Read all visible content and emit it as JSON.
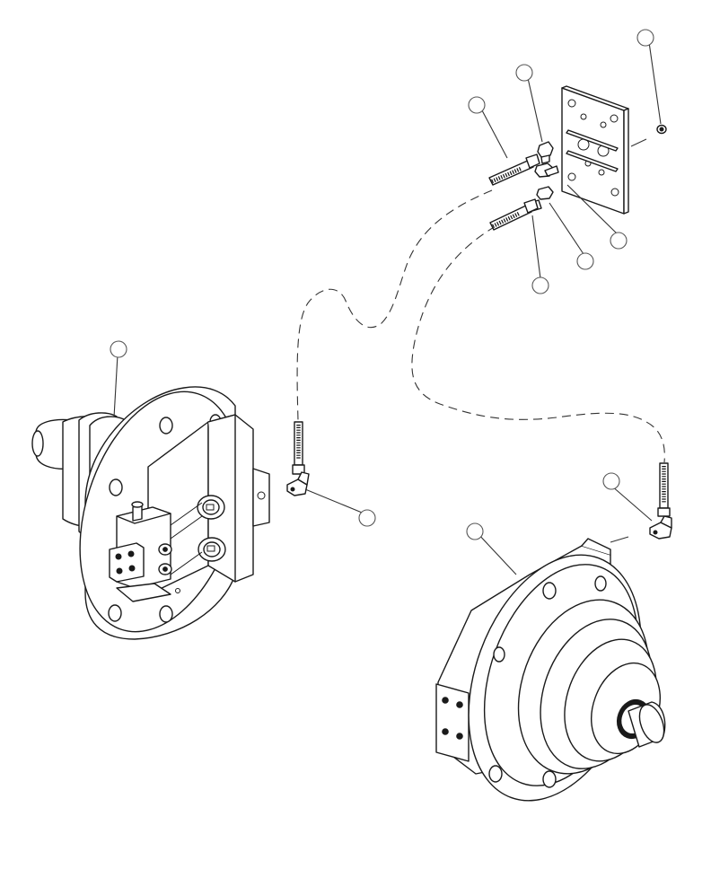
{
  "callouts": [
    {
      "id": "callout-1"
    },
    {
      "id": "callout-2"
    },
    {
      "id": "callout-3"
    },
    {
      "id": "callout-4"
    },
    {
      "id": "callout-5"
    },
    {
      "id": "callout-6"
    },
    {
      "id": "callout-7"
    },
    {
      "id": "callout-8"
    },
    {
      "id": "callout-9"
    },
    {
      "id": "callout-10"
    },
    {
      "id": "callout-11"
    }
  ]
}
